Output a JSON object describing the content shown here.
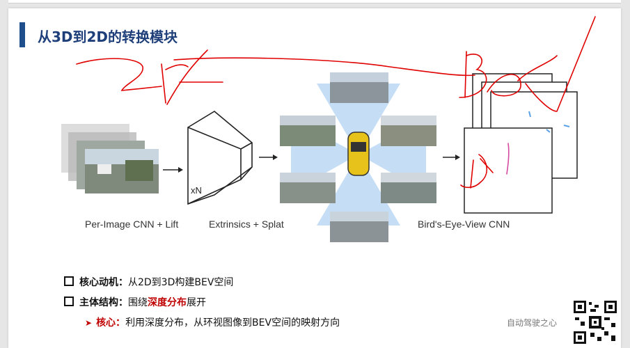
{
  "title": "从3D到2D的转换模块",
  "figure": {
    "xn_label": "xN",
    "captions": {
      "lift": "Per-Image CNN + Lift",
      "splat": "Extrinsics + Splat",
      "bev": "Bird's-Eye-View CNN"
    }
  },
  "bullets": [
    {
      "label": "核心动机：",
      "text": "从2D到3D构建BEV空间"
    },
    {
      "label": "主体结构：",
      "text_before": "围绕",
      "highlight": "深度分布",
      "text_after": "展开"
    }
  ],
  "sub_bullet": {
    "label": "核心：",
    "text": "利用深度分布，从环视图像到BEV空间的映射方向"
  },
  "footer": "自动驾驶之心",
  "colors": {
    "title": "#1f3f7a",
    "accent_bar": "#1f4e8c",
    "highlight": "#c00000",
    "handwriting": "#e00000",
    "fan": "#5aa0e6"
  }
}
